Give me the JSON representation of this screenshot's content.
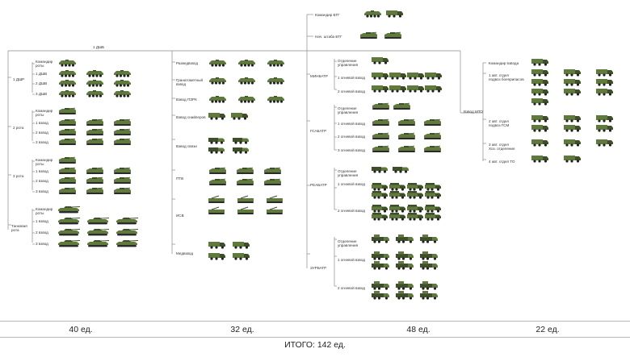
{
  "top": {
    "root_label": "1 ДШБ",
    "commander": "Командир БТГ",
    "chief_of_staff": "Нач. штаба БТГ"
  },
  "col1": {
    "units": [
      {
        "label": "1 ДШР",
        "rows": [
          {
            "label": "Командир\nроты",
            "type": "btr",
            "count": 1
          },
          {
            "label": "1 ДШВ",
            "type": "btr",
            "count": 3
          },
          {
            "label": "2 ДШВ",
            "type": "btr",
            "count": 3
          },
          {
            "label": "3 ДШВ",
            "type": "btr",
            "count": 3
          }
        ]
      },
      {
        "label": "2 рота",
        "rows": [
          {
            "label": "Командир\nроты",
            "type": "bmd",
            "count": 1
          },
          {
            "label": "1 взвод",
            "type": "bmd",
            "count": 3
          },
          {
            "label": "2 взвод",
            "type": "bmd",
            "count": 3
          },
          {
            "label": "3 взвод",
            "type": "bmd",
            "count": 3
          }
        ]
      },
      {
        "label": "3 рота",
        "rows": [
          {
            "label": "Командир\nроты",
            "type": "bmd",
            "count": 1
          },
          {
            "label": "1 взвод",
            "type": "bmd",
            "count": 3
          },
          {
            "label": "2 взвод",
            "type": "bmd",
            "count": 3
          },
          {
            "label": "3 взвод",
            "type": "bmd",
            "count": 3
          }
        ]
      },
      {
        "label": "Танковая\nрота",
        "rows": [
          {
            "label": "Командир\nроты",
            "type": "tank",
            "count": 1
          },
          {
            "label": "1 взвод",
            "type": "tank",
            "count": 3
          },
          {
            "label": "2 взвод",
            "type": "tank",
            "count": 3
          },
          {
            "label": "3 взвод",
            "type": "tank",
            "count": 3
          }
        ]
      }
    ]
  },
  "col2": {
    "rows": [
      {
        "label": "Разведвзвод",
        "type": "btr",
        "count": 3
      },
      {
        "label": "Гранатометный\nвзвод",
        "type": "btr",
        "count": 3
      },
      {
        "label": "Взвод ПЗРК",
        "type": "btr",
        "count": 3
      },
      {
        "label": "Взвод снайперов",
        "type": "truck",
        "count": 2
      },
      {
        "label": "Взвод связи",
        "type": "mix",
        "count": 4
      },
      {
        "label": "ПТВ",
        "type": "bmd",
        "count": 6
      },
      {
        "label": "ИСВ",
        "type": "eng",
        "count": 6
      },
      {
        "label": "Медвзвод",
        "type": "truck",
        "count": 4
      }
    ]
  },
  "col3": {
    "groups": [
      {
        "label": "МИНБАТР",
        "rows": [
          {
            "label": "Отделение\nуправления",
            "type": "truck",
            "count": 1
          },
          {
            "label": "1 огневой взвод",
            "type": "truck",
            "count": 4
          },
          {
            "label": "2 огневой взвод",
            "type": "truck",
            "count": 4
          }
        ]
      },
      {
        "label": "ГСАБАТР",
        "rows": [
          {
            "label": "Отделение\nуправления",
            "type": "bmd",
            "count": 2
          },
          {
            "label": "1 огневой взвод",
            "type": "bmd",
            "count": 3
          },
          {
            "label": "2 огневой взвод",
            "type": "bmd",
            "count": 3
          },
          {
            "label": "3 огневой взвод",
            "type": "bmd",
            "count": 3
          }
        ]
      },
      {
        "label": "РЕАБАТР",
        "rows": [
          {
            "label": "Отделение\nуправления",
            "type": "mix",
            "count": 2
          },
          {
            "label": "1 огневой взвод",
            "type": "rocket",
            "count": 8
          },
          {
            "label": "2 огневой взвод",
            "type": "rocket",
            "count": 8
          }
        ]
      },
      {
        "label": "ЗУРБАТР",
        "rows": [
          {
            "label": "Отделение\nуправления",
            "type": "aa",
            "count": 3
          },
          {
            "label": "1 огневой взвод",
            "type": "aa",
            "count": 6
          },
          {
            "label": "2 огневой взвод",
            "type": "aa",
            "count": 6
          }
        ]
      }
    ]
  },
  "col4": {
    "mto_label": "Взвод МТО",
    "rows": [
      {
        "label": "Командир взвода",
        "type": "truck",
        "count": 1
      },
      {
        "label": "1 авт. отдел\nподвоз боеприпасов",
        "type": "truck",
        "count": 10
      },
      {
        "label": "2 авт. отдел\nподвоз ГСМ",
        "type": "truck",
        "count": 6
      },
      {
        "label": "3 авт. отдел\nХоз. отделение",
        "type": "truck",
        "count": 3
      },
      {
        "label": "4 авт. отдел ТО",
        "type": "truck",
        "count": 2
      }
    ]
  },
  "totals": {
    "col1": "40 ед.",
    "col2": "32 ед.",
    "col3": "48 ед.",
    "col4": "22 ед.",
    "grand": "ИТОГО: 142 ед."
  },
  "colors": {
    "vehicle_green": "#5f7a3c",
    "vehicle_dark": "#3e4f2a",
    "line": "#8a8a8a"
  }
}
